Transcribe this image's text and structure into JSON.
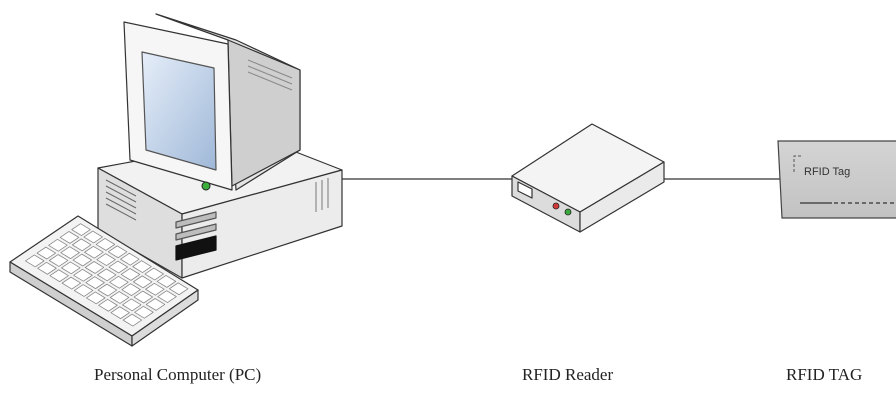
{
  "diagram": {
    "nodes": [
      {
        "id": "pc",
        "caption": "Personal Computer (PC)",
        "icon": "desktop-computer-icon"
      },
      {
        "id": "reader",
        "caption": "RFID Reader",
        "icon": "rfid-reader-icon"
      },
      {
        "id": "tag",
        "caption": "RFID TAG",
        "icon": "rfid-tag-card-icon",
        "card_label": "RFID Tag"
      }
    ],
    "connections": [
      {
        "from": "pc",
        "to": "reader"
      },
      {
        "from": "reader",
        "to": "tag"
      }
    ]
  }
}
